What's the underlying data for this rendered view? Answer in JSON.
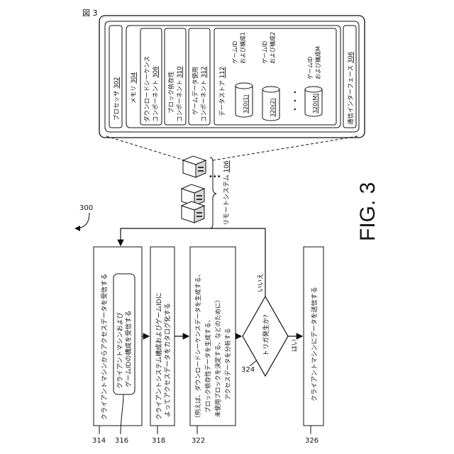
{
  "figure_label": "図 3",
  "fig_caption": "FIG. 3",
  "process_ref": "300",
  "remote": {
    "label": "リモートシステム",
    "ref": "106",
    "processor": {
      "label": "プロセッサ",
      "ref": "302"
    },
    "memory": {
      "label": "メモリ",
      "ref": "304"
    },
    "download_component": {
      "line1": "ダウンロードシーケンス",
      "line2": "コンポーネント",
      "ref": "308"
    },
    "block_component": {
      "line1": "ブロック依存性",
      "line2": "コンポーネント",
      "ref": "310"
    },
    "usage_component": {
      "line1": "ゲームデータ使用",
      "line2": "コンポーネント",
      "ref": "312"
    },
    "datastore": {
      "label": "データストア",
      "ref": "112"
    },
    "game1": {
      "line1": "ゲームID",
      "line2": "および構成1",
      "id": "320(1)"
    },
    "game2": {
      "line1": "ゲームID",
      "line2": "および構成2",
      "id": "320(2)"
    },
    "gameM": {
      "line1": "ゲームID",
      "line2": "および構成M",
      "id": "320(M)"
    },
    "ellipsis": "・・・",
    "comm_interface": {
      "label": "通信インターフェース",
      "ref": "306"
    }
  },
  "flow": {
    "step314": {
      "ref": "314",
      "text": "クライアントマシンからアクセスデータを受信する"
    },
    "step316": {
      "ref": "316",
      "line1": "クライアントマシンおよび",
      "line2": "ゲームIDの構成を受信する"
    },
    "step318": {
      "ref": "318",
      "line1": "クライアントシステム構成およびゲームIDに",
      "line2": "よってアクセスデータをカタログ化する"
    },
    "step322": {
      "ref": "322",
      "line1": "（例えば、ダウンロードシーケンスデータを生成する、",
      "line2": "ブロック依存性データを生成する、",
      "line3": "未使用ブロックを決定する、などのために）",
      "line4": "アクセスデータを分析する"
    },
    "decision324": {
      "ref": "324",
      "text": "トリガ発生か?",
      "no_label": "いいえ",
      "yes_label": "はい"
    },
    "step326": {
      "ref": "326",
      "text": "クライアントマシンにデータを送信する"
    }
  }
}
